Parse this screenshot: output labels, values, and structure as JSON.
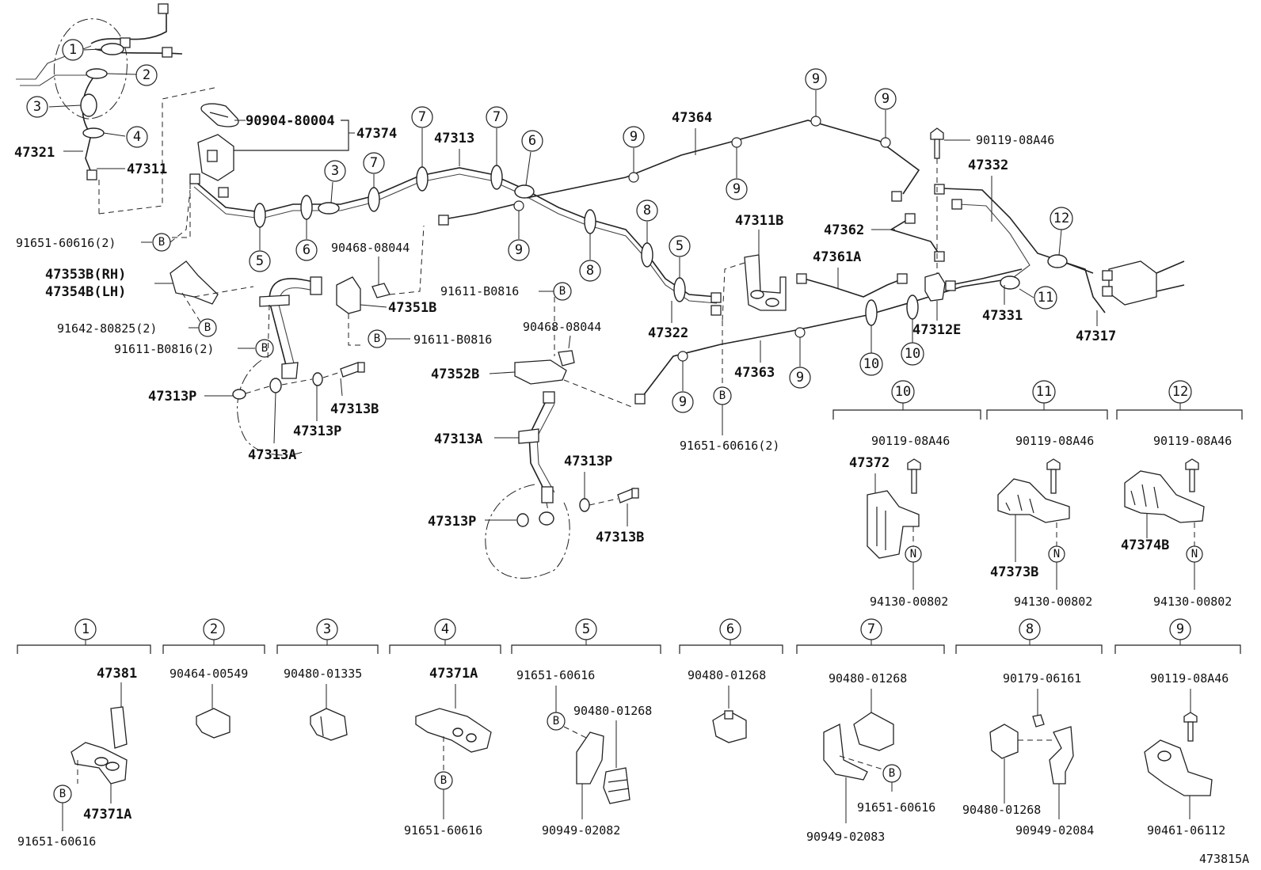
{
  "diagram_id": "473815A",
  "part_numbers": {
    "p47321": "47321",
    "p47311": "47311",
    "p90904_80004": "90904-80004",
    "p47374": "47374",
    "p47313": "47313",
    "p47364": "47364",
    "p90119_08A46": "90119-08A46",
    "p47332": "47332",
    "p91651_60616_2": "91651-60616(2)",
    "p47353B": "47353B(RH)",
    "p47354B": "47354B(LH)",
    "p90468_08044": "90468-08044",
    "p47311B": "47311B",
    "p47362": "47362",
    "p47361A": "47361A",
    "p91611_B0816": "91611-B0816",
    "p47351B": "47351B",
    "p47322": "47322",
    "p47312E": "47312E",
    "p47331": "47331",
    "p47317": "47317",
    "p91642_80825_2": "91642-80825(2)",
    "p91611_B0816_2": "91611-B0816(2)",
    "p47352B": "47352B",
    "p47363": "47363",
    "p47313P": "47313P",
    "p47313B": "47313B",
    "p47313A": "47313A",
    "p47372": "47372",
    "p47373B": "47373B",
    "p47374B": "47374B",
    "p94130_00802": "94130-00802",
    "p47381": "47381",
    "p47371A": "47371A",
    "p90464_00549": "90464-00549",
    "p90480_01335": "90480-01335",
    "p91651_60616": "91651-60616",
    "p90480_01268": "90480-01268",
    "p90949_02082": "90949-02082",
    "p90949_02083": "90949-02083",
    "p90179_06161": "90179-06161",
    "p90949_02084": "90949-02084",
    "p90461_06112": "90461-06112"
  },
  "callouts": {
    "c1": "1",
    "c2": "2",
    "c3": "3",
    "c4": "4",
    "c5": "5",
    "c6": "6",
    "c7": "7",
    "c8": "8",
    "c9": "9",
    "c10": "10",
    "c11": "11",
    "c12": "12",
    "B": "B",
    "N": "N"
  }
}
